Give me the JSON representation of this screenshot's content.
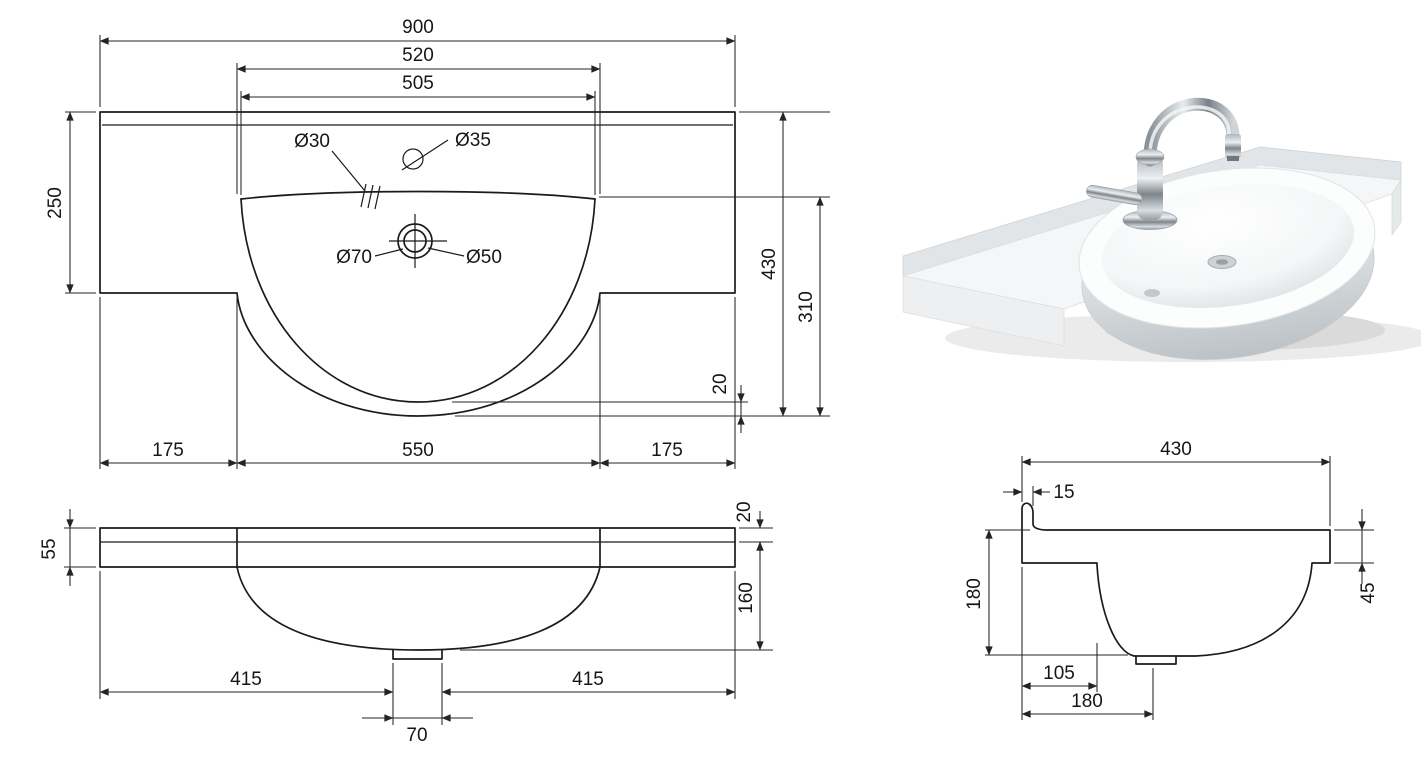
{
  "sheet": {
    "background": "#ffffff",
    "line_color": "#1b1b1b"
  },
  "top_view": {
    "overall_width": "900",
    "cutout_width": "520",
    "basin_width": "505",
    "overflow_dia": "Ø30",
    "faucet_hole_dia": "Ø35",
    "drain_recess_dia": "Ø70",
    "drain_dia": "Ø50",
    "wing_depth": "250",
    "total_depth": "430",
    "basin_depth": "310",
    "front_lip": "20",
    "left_wing": "175",
    "center_width": "550",
    "right_wing": "175"
  },
  "front_view": {
    "edge_drop": "20",
    "slab_thickness": "55",
    "bowl_height": "160",
    "left_span": "415",
    "drain_width": "70",
    "right_span": "415"
  },
  "side_view": {
    "total_depth": "430",
    "splash_thickness": "15",
    "total_height": "180",
    "front_edge_height": "45",
    "bowl_offset": "105",
    "drain_offset": "180"
  }
}
